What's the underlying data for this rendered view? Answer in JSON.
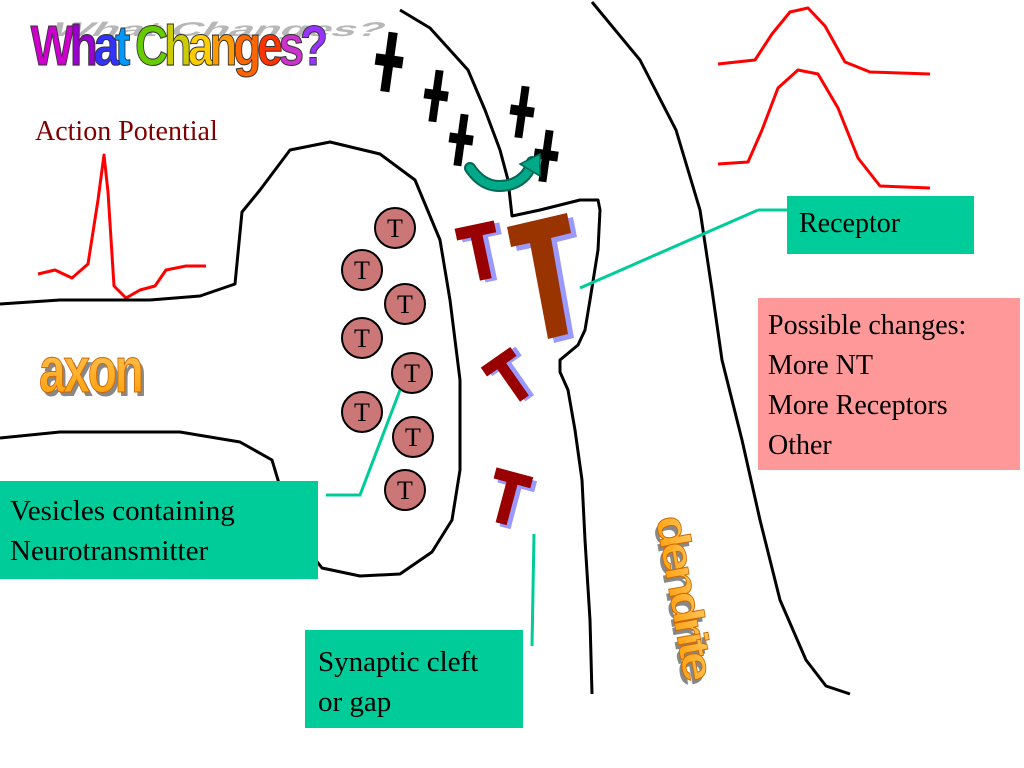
{
  "title": {
    "text": "What Changes?",
    "letter_colors": [
      "#cc00cc",
      "#9900cc",
      "#3333ff",
      "#0099ff",
      "#00cc66",
      "#66cc00",
      "#cccc00",
      "#ffcc00",
      "#ff9900",
      "#ff6600",
      "#ff3300",
      "#cc33cc",
      "#9933ff"
    ]
  },
  "labels": {
    "action_potential": "Action Potential",
    "axon": "axon",
    "dendrite": "dendrite",
    "vesicle_letter": "T",
    "nt_letter": "T"
  },
  "boxes": {
    "receptor": "Receptor",
    "possible_changes": [
      "Possible changes:",
      "More NT",
      "More Receptors",
      "Other"
    ],
    "vesicles": [
      "Vesicles containing",
      "Neurotransmitter"
    ],
    "cleft": [
      "Synaptic cleft",
      "or gap"
    ]
  },
  "colors": {
    "membrane": "#000000",
    "trace": "#ff0000",
    "label_red": "#800000",
    "vesicle_fill": "#cc7777",
    "nt_fill": "#990000",
    "receptor_fill": "#993300",
    "shadow": "#9999ff",
    "teal_box": "#00cc99",
    "pink_box": "#ff9999",
    "arrow": "#009977",
    "word_fill": "#ff9900",
    "word_shadow": "#888888"
  }
}
